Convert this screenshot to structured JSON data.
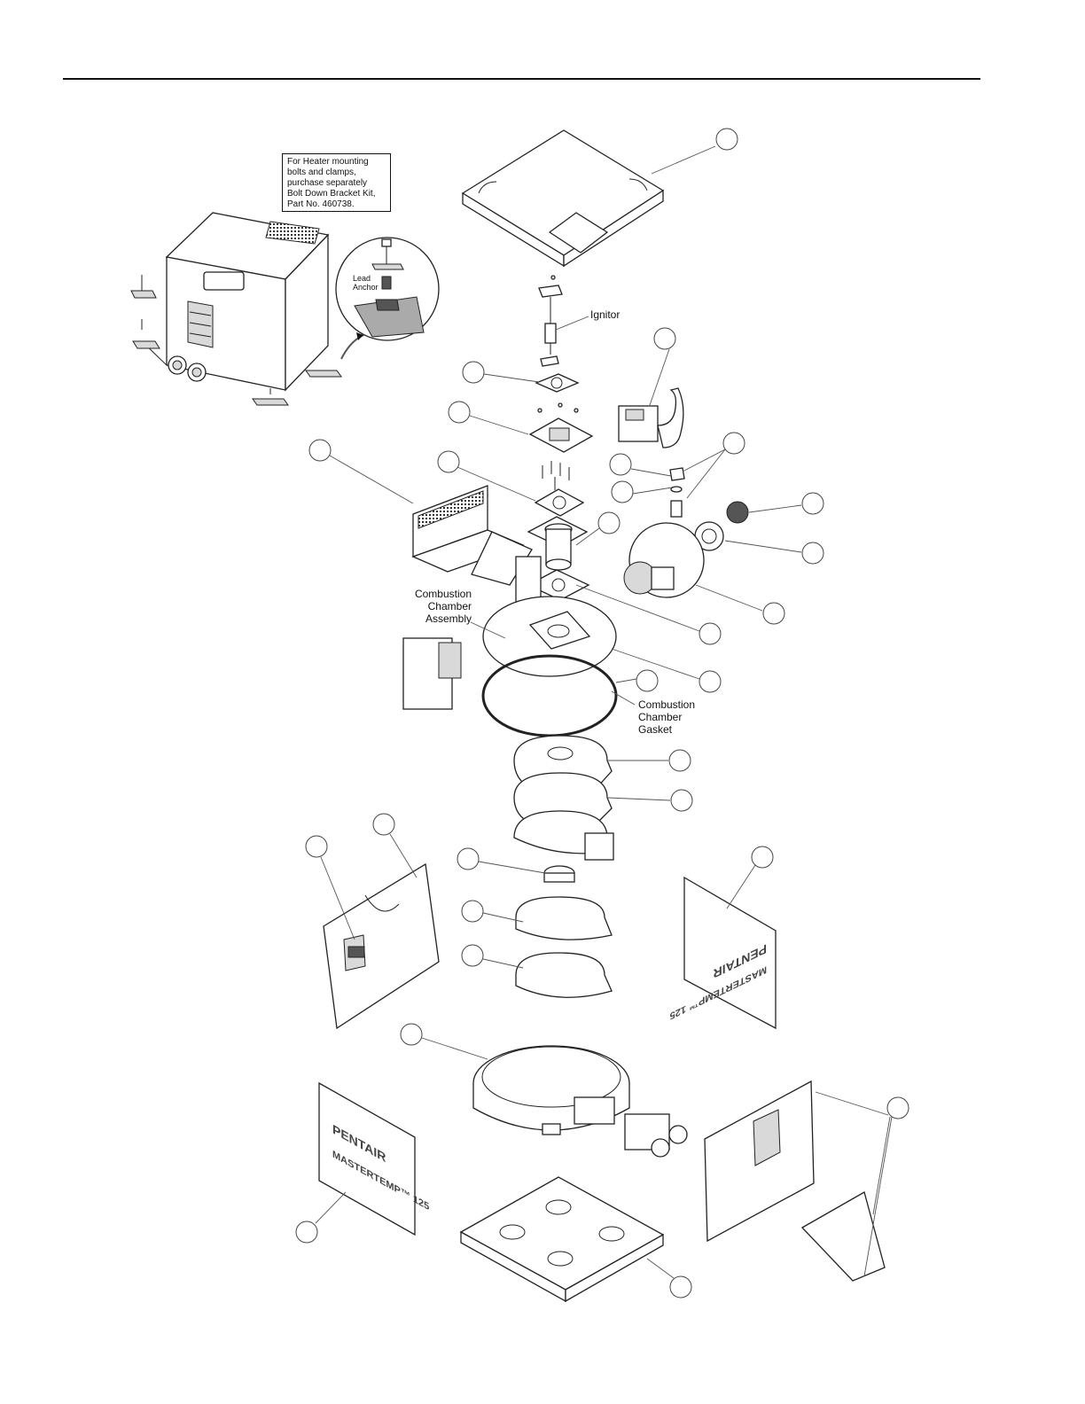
{
  "note": {
    "lines": [
      "For Heater mounting",
      "bolts and clamps,",
      "purchase separately",
      "Bolt Down Bracket Kit,",
      "Part No. 460738."
    ]
  },
  "labels": {
    "lead_anchor": [
      "Lead",
      "Anchor"
    ],
    "ignitor": "Ignitor",
    "combustion_chamber_assembly": [
      "Combustion",
      "Chamber",
      "Assembly"
    ],
    "combustion_chamber_gasket": [
      "Combustion",
      "Chamber",
      "Gasket"
    ]
  },
  "panel_branding": {
    "brand": "PENTAIR",
    "model": "MASTERTEMP™ 125"
  }
}
